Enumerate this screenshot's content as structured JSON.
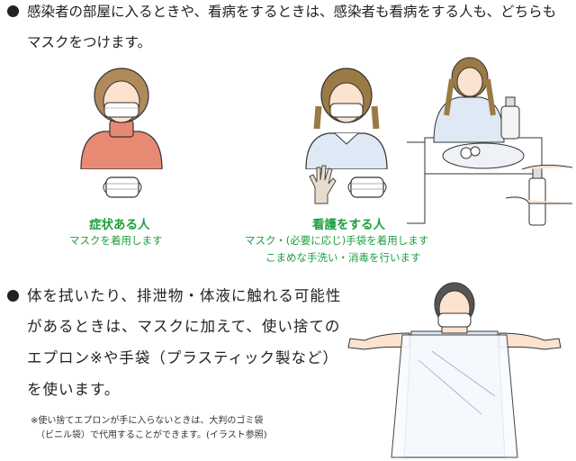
{
  "section1": {
    "line1": "感染者の部屋に入るときや、看病をするときは、感染者も看病をする人も、どちらも",
    "line2": "マスクをつけます。"
  },
  "infected": {
    "title": "症状ある人",
    "desc": "マスクを着用します"
  },
  "caregiver": {
    "title": "看護をする人",
    "desc1": "マスク・(必要に応じ)手袋を着用します",
    "desc2": "こまめな手洗い・消毒を行います"
  },
  "section2": {
    "line1": "体を拭いたり、排泄物・体液に触れる可能性",
    "line2": "があるときは、マスクに加えて、使い捨ての",
    "line3": "エプロン※や手袋（プラスティック製など）",
    "line4": "を使います。"
  },
  "note": {
    "line1": "※使い捨てエプロンが手に入らないときは、大判のゴミ袋",
    "line2": "（ビニル袋）で代用することができます。(イラスト参照)"
  },
  "colors": {
    "green": "#1e9e3e",
    "sweater": "#e88a73",
    "shirt": "#dfe8f5",
    "glove": "#e6dccb"
  }
}
